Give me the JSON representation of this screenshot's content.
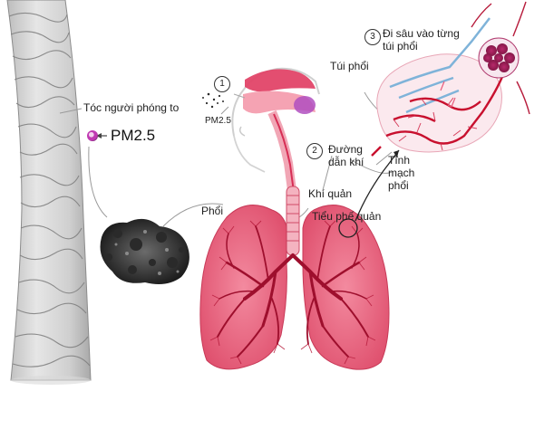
{
  "labels": {
    "hair": "Tóc người phóng to",
    "pm_large": "PM2.5",
    "pm_small": "PM2.5",
    "step1": "1",
    "step2": "2",
    "step3": "3",
    "airway": "Đường dẫn khí",
    "trachea": "Khí quản",
    "bronchiole": "Tiểu phế quản",
    "lung": "Phổi",
    "alveolus": "Túi phổi",
    "deep": "Đi sâu vào từng túi phổi",
    "vein": "Tĩnh mạch phổi"
  },
  "colors": {
    "lung": "#e2506e",
    "vessel": "#c8102e",
    "airway": "#ee8a9c",
    "hair": "#cfcfcf",
    "blue_vessel": "#7fb3d9"
  }
}
